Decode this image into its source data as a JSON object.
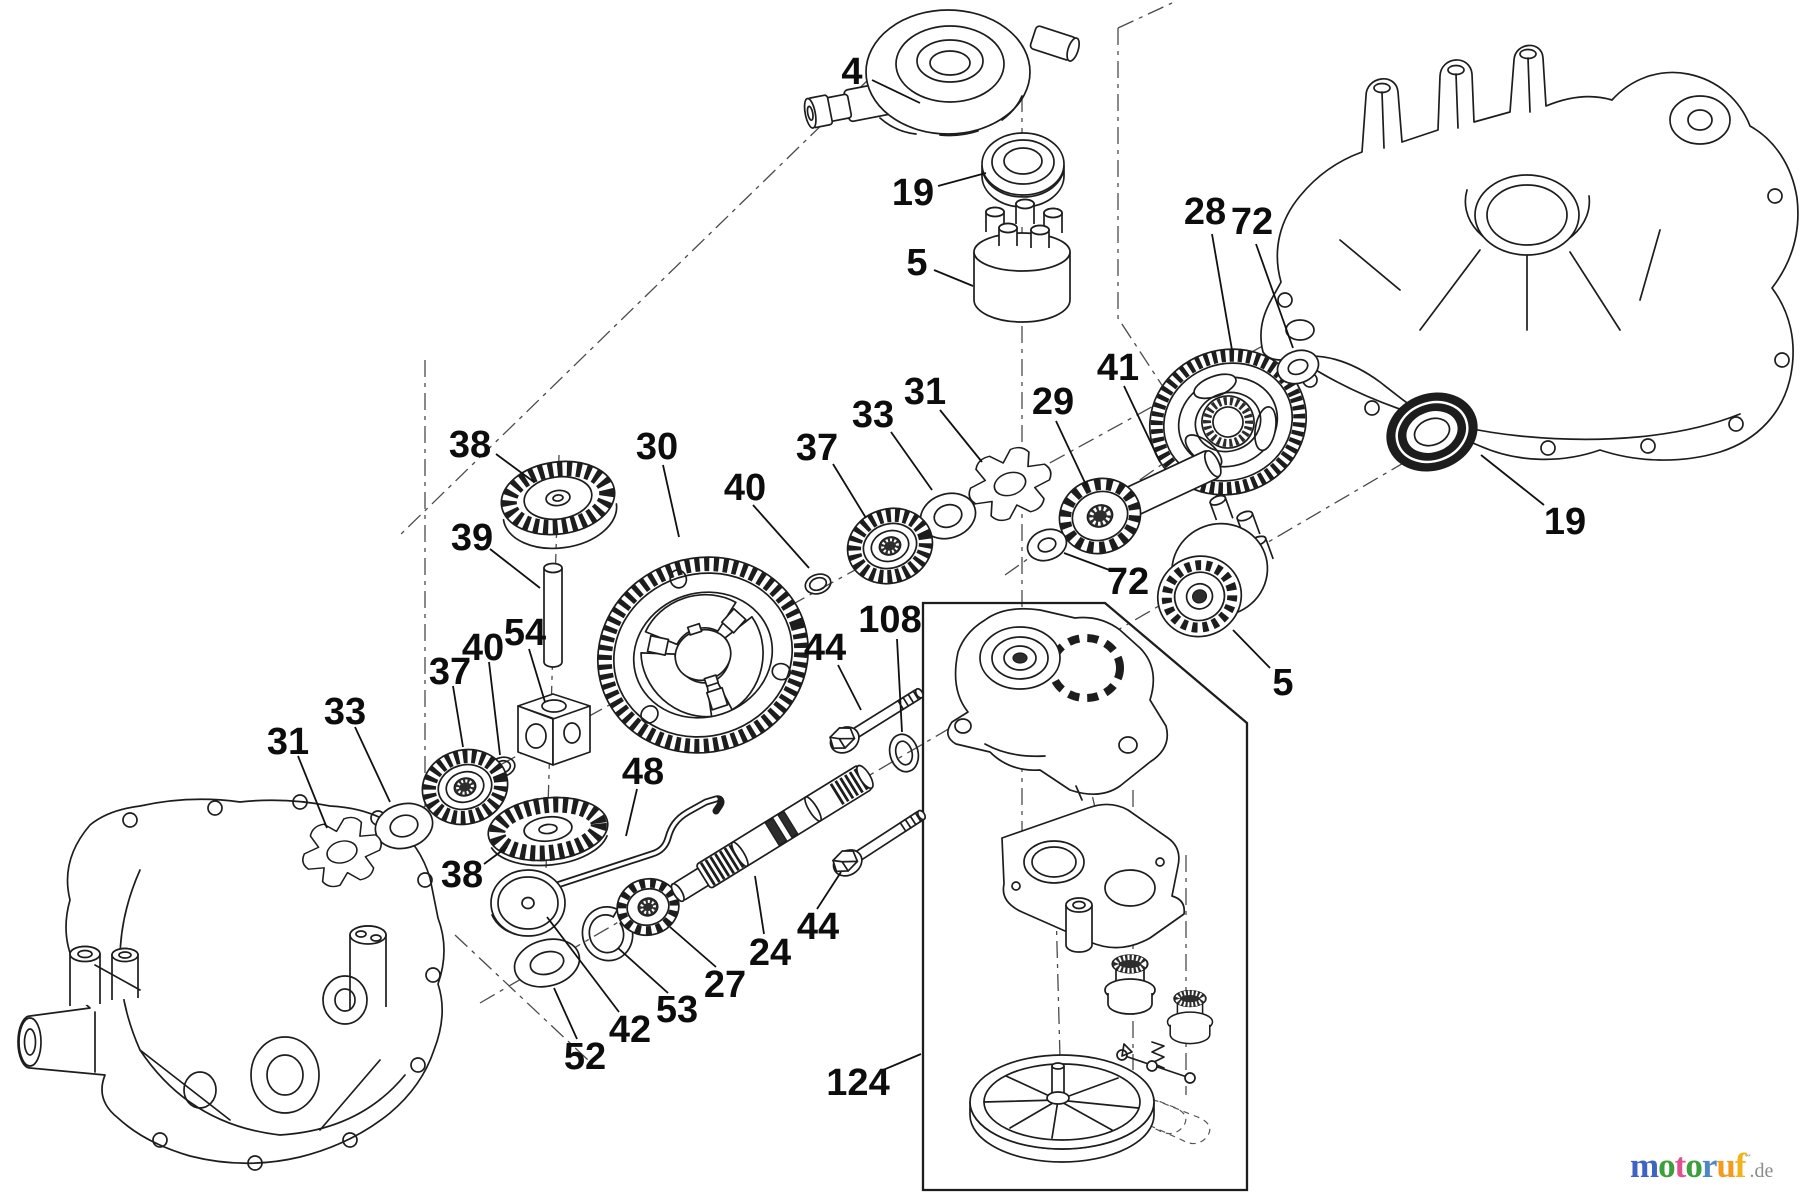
{
  "diagram": {
    "kind": "exploded-parts-diagram",
    "callouts": [
      {
        "label": "4"
      },
      {
        "label": "19"
      },
      {
        "label": "5"
      },
      {
        "label": "28"
      },
      {
        "label": "72"
      },
      {
        "label": "41"
      },
      {
        "label": "29"
      },
      {
        "label": "31"
      },
      {
        "label": "33"
      },
      {
        "label": "37"
      },
      {
        "label": "40"
      },
      {
        "label": "30"
      },
      {
        "label": "38"
      },
      {
        "label": "39"
      },
      {
        "label": "54"
      },
      {
        "label": "40"
      },
      {
        "label": "37"
      },
      {
        "label": "33"
      },
      {
        "label": "31"
      },
      {
        "label": "38"
      },
      {
        "label": "48"
      },
      {
        "label": "44"
      },
      {
        "label": "108"
      },
      {
        "label": "72"
      },
      {
        "label": "5"
      },
      {
        "label": "19"
      },
      {
        "label": "24"
      },
      {
        "label": "27"
      },
      {
        "label": "53"
      },
      {
        "label": "42"
      },
      {
        "label": "52"
      },
      {
        "label": "44"
      },
      {
        "label": "124"
      }
    ]
  },
  "watermark": {
    "letters": [
      {
        "ch": "m",
        "color": "#3f63c2"
      },
      {
        "ch": "o",
        "color": "#3ba03b"
      },
      {
        "ch": "t",
        "color": "#e0518f"
      },
      {
        "ch": "o",
        "color": "#3ba03b"
      },
      {
        "ch": "r",
        "color": "#4f86c6"
      },
      {
        "ch": "u",
        "color": "#f59a1e"
      },
      {
        "ch": "f",
        "color": "#f0b31c"
      }
    ],
    "suffix": ".de",
    "suffix_color": "#8b8b8b",
    "trademark_mark": "˝"
  }
}
